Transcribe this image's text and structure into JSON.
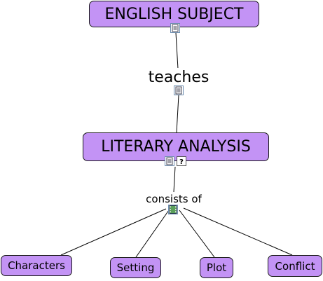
{
  "colors": {
    "concept_fill": "#c393f5",
    "concept_border": "#1a1a1a",
    "line": "#000000",
    "icon_border": "#6f8fb0",
    "icon_fill": "#5aa05a"
  },
  "concepts": {
    "english_subject": "ENGLISH SUBJECT",
    "literary_analysis": "LITERARY ANALYSIS",
    "characters": "Characters",
    "setting": "Setting",
    "plot": "Plot",
    "conflict": "Conflict"
  },
  "linking_phrases": {
    "teaches": "teaches",
    "consists_of": "consists of"
  },
  "icons": {
    "document": "document-icon",
    "help": "question-icon",
    "film": "film-icon",
    "help_glyph": "?"
  }
}
